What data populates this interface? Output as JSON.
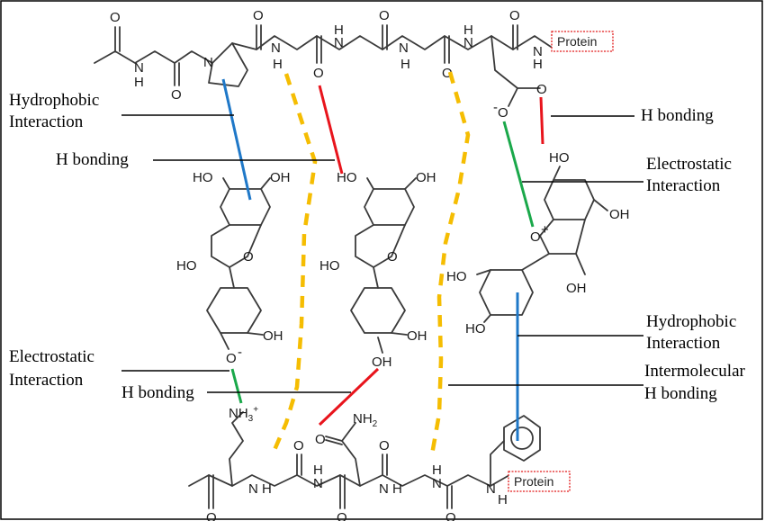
{
  "labels": {
    "hydrophobic_left": [
      "Hydrophobic",
      "Interaction"
    ],
    "h_bonding_left": "H bonding",
    "h_bonding_right": "H bonding",
    "electrostatic_right": [
      "Electrostatic",
      "Interaction"
    ],
    "hydrophobic_right": [
      "Hydrophobic",
      "Interaction"
    ],
    "intermolecular": [
      "Intermolecular",
      "H bonding"
    ],
    "electrostatic_left": [
      "Electrostatic",
      "Interaction"
    ],
    "h_bonding_bottom": "H bonding"
  },
  "protein_tags": {
    "top": "Protein",
    "bottom": "Protein"
  },
  "atoms": {
    "O": "O",
    "N": "N",
    "H": "H",
    "HO": "HO",
    "OH": "OH",
    "O_minus": "O",
    "minus": "-",
    "O_plus": "O",
    "plus": "+",
    "NH3": "NH",
    "sub3": "3",
    "sup_plus": "+",
    "NH2": "NH",
    "sub2": "2",
    "NH": "NH"
  },
  "colors": {
    "intermolecular_h_bond": "#f5bd02",
    "h_bond": "#e8141c",
    "electrostatic": "#1aa84a",
    "hydrophobic": "#1f78c8"
  }
}
